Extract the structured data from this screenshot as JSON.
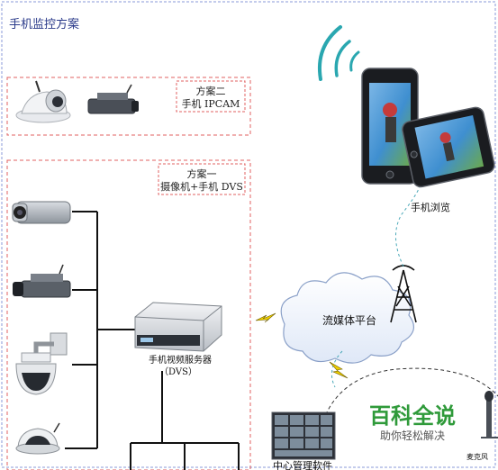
{
  "title": "手机监控方案",
  "scheme2": {
    "title": "方案二",
    "subtitle": "手机 IPCAM"
  },
  "scheme1": {
    "title": "方案一",
    "subtitle": "摄像机+手机 DVS"
  },
  "phone_label": "手机浏览",
  "dvs": {
    "label": "手机视频服务器",
    "sub": "（DVS）"
  },
  "cloud_label": "流媒体平台",
  "cms_label": "中心管理软件",
  "mic_label": "麦克风",
  "watermark": {
    "title": "百科全说",
    "subtitle": "助你轻松解决"
  },
  "colors": {
    "dashed_red": "#e06060",
    "dashed_blue": "#8a9ad8",
    "title_blue": "#2a3a8a",
    "wifi_teal": "#2aa7b0",
    "watermark_green": "#2f9a3a"
  }
}
